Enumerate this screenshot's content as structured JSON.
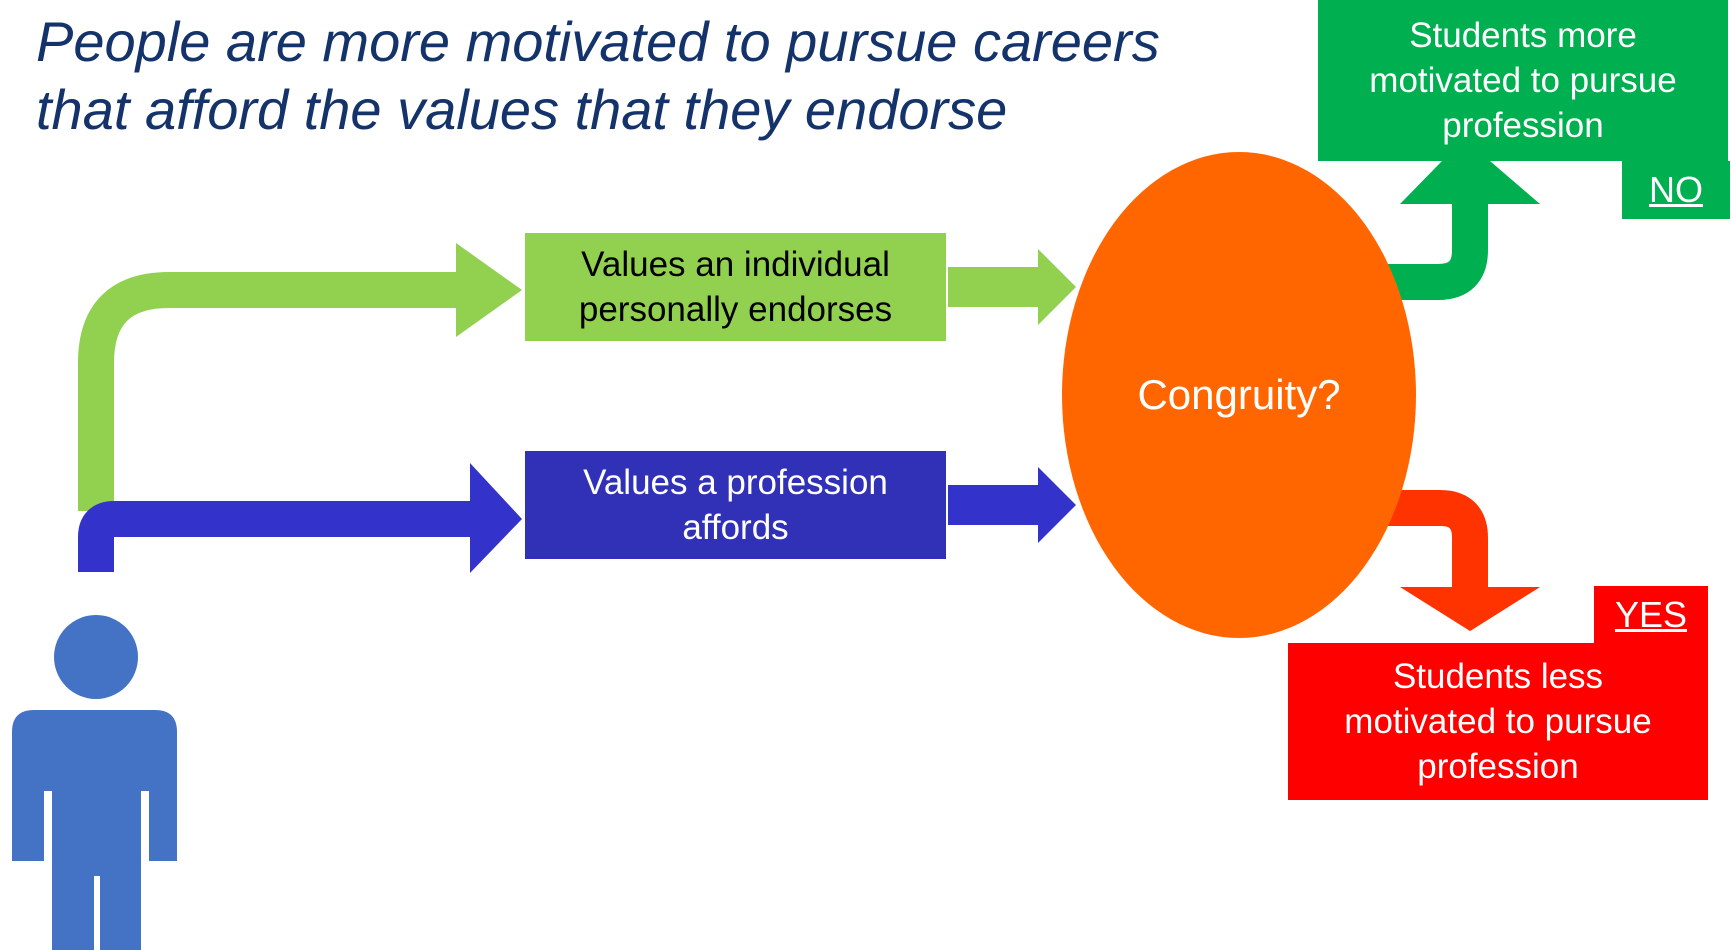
{
  "title": {
    "line1": "People are more motivated to pursue careers",
    "line2": "that afford the values that they endorse"
  },
  "boxes": {
    "personal": {
      "line1": "Values an individual",
      "line2": "personally endorses"
    },
    "profession": {
      "line1": "Values a profession",
      "line2": "affords"
    },
    "congruity": "Congruity?",
    "more": {
      "line1": "Students more",
      "line2": "motivated to pursue",
      "line3": "profession"
    },
    "less": {
      "line1": "Students less",
      "line2": "motivated to pursue",
      "line3": "profession"
    }
  },
  "labels": {
    "no": "NO",
    "yes": "YES"
  },
  "icons": {
    "person": "person-icon"
  },
  "colors": {
    "title": "#14336b",
    "personal": "#92d050",
    "profession": "#3131b8",
    "congruity": "#ff6600",
    "more": "#00b050",
    "less": "#ff0000",
    "less_arrow": "#ff3300",
    "person": "#4472c4"
  }
}
